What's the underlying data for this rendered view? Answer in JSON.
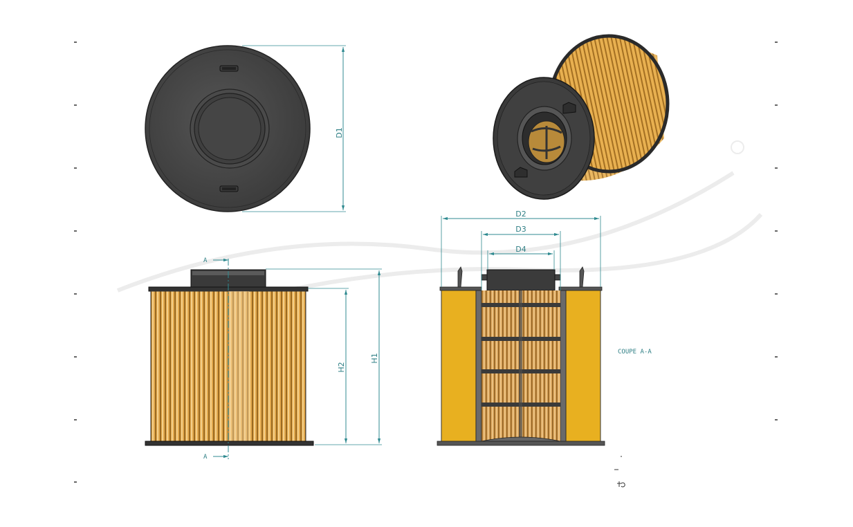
{
  "dimensions": {
    "d1": "D1",
    "d2": "D2",
    "d3": "D3",
    "d4": "D4",
    "h1": "H1",
    "h2": "H2"
  },
  "section": {
    "marker_top": "A",
    "marker_bottom": "A",
    "label": "COUPE A-A"
  },
  "colors": {
    "rubber": "#4a4a4a",
    "rubber_dark": "#2a2a2a",
    "pleat": "#d79a3c",
    "pleat_light": "#f1c777",
    "section_fill": "#e8b020",
    "dimension": "#2f8a90"
  }
}
